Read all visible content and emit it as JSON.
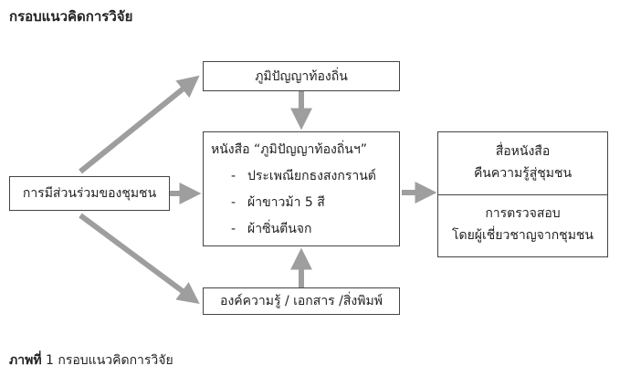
{
  "title": "กรอบแนวคิดการวิจัย",
  "boxes": {
    "local_wisdom": "ภูมิปัญญาท้องถิ่น",
    "participation": "การมีส่วนร่วมของชุมชน",
    "knowledge_sources": "องค์ความรู้ / เอกสาร /สิ่งพิมพ์",
    "book": {
      "title": "หนังสือ “ภูมิปัญญาท้องถิ่นฯ”",
      "items": [
        "ประเพณียกธงสงกรานต์",
        "ผ้าขาวม้า 5 สี",
        "ผ้าซิ่นตีนจก"
      ]
    },
    "output_top": [
      "สื่อหนังสือ",
      "คืนความรู้สู่ชุมชน"
    ],
    "output_bottom": [
      "การตรวจสอบ",
      "โดยผู้เชี่ยวชาญจากชุมชน"
    ]
  },
  "caption": {
    "label": "ภาพที่",
    "number": "1",
    "text": "กรอบแนวคิดการวิจัย"
  },
  "colors": {
    "arrow": "#9e9e9e",
    "border": "#444444"
  }
}
